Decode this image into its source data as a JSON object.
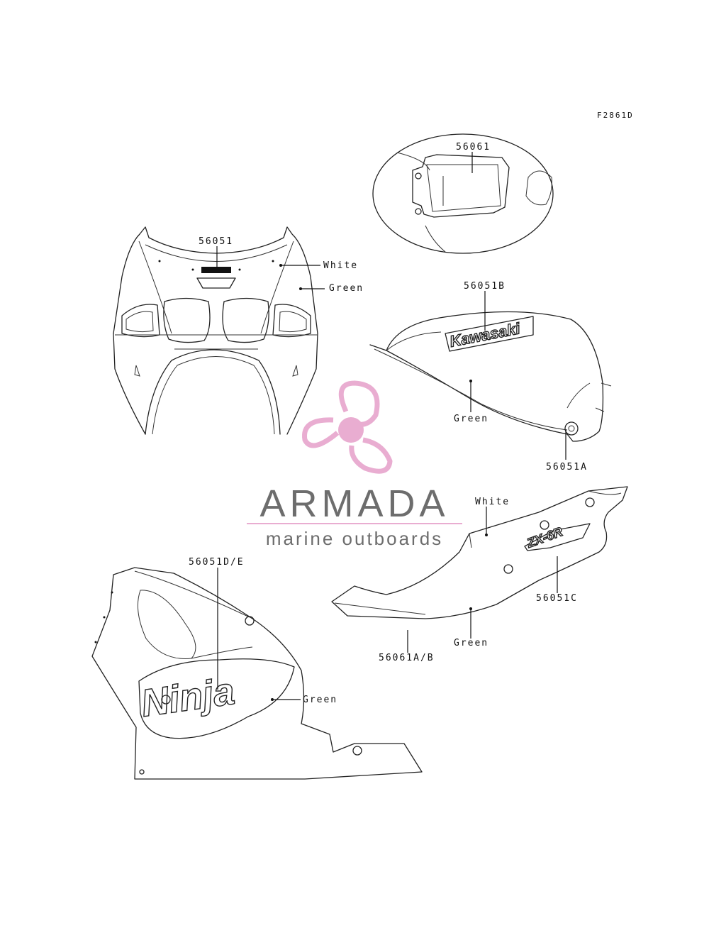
{
  "figure_id": "F2861D",
  "callouts": {
    "fairing_decal": "56051",
    "fairing_white": "White",
    "fairing_green": "Green",
    "seat_decal": "56061",
    "tank_decal": "56051B",
    "tank_green": "Green",
    "tank_small": "56051A",
    "cover_white": "White",
    "cover_decal": "56051C",
    "cover_green": "Green",
    "cover_stripe": "56061A/B",
    "lower_decal": "56051D/E",
    "lower_green": "Green"
  },
  "decal_text": {
    "tank_brand": "Kawasaki",
    "cover_model": "ZX-6R",
    "lower_model": "Ninja"
  },
  "watermark": {
    "brand": "ARMADA",
    "tagline": "marine outboards",
    "logo_color": "#E8A9CF",
    "text_color": "#666666"
  }
}
